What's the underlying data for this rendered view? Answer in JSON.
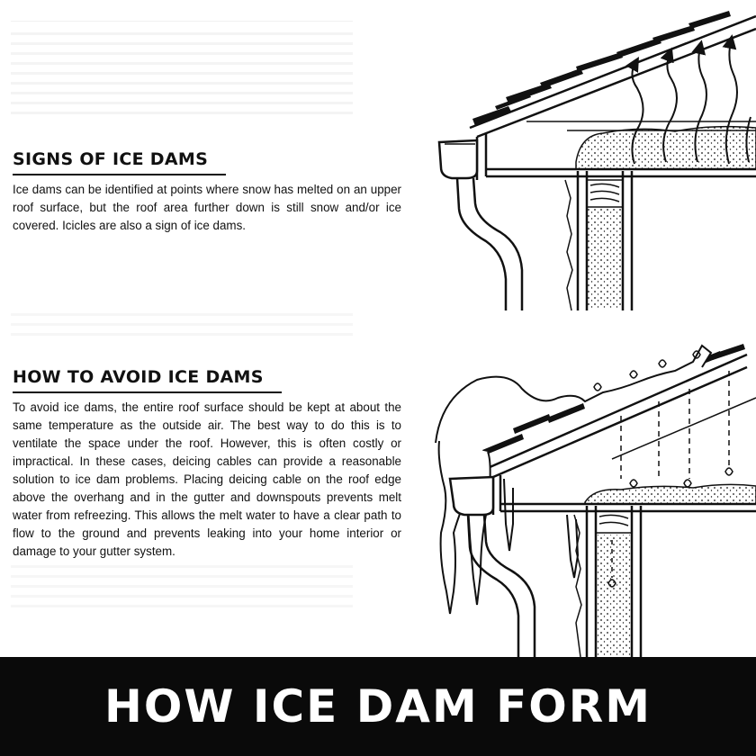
{
  "sections": [
    {
      "heading": "SIGNS OF ICE DAMS",
      "body": "Ice dams can be identified at points where snow has melted on an upper roof surface, but the roof area further down is still snow and/or ice covered. Icicles are also a sign of ice dams."
    },
    {
      "heading": "HOW TO AVOID ICE DAMS",
      "body": "To avoid ice dams, the entire roof surface should be kept at about the same temperature as the outside air. The best way to do this is to ventilate the space under the roof. However, this is often costly or impractical. In these cases, deicing cables can provide a reasonable solution to ice dam problems. Placing deicing cable on the roof edge above the overhang and in the gutter and downspouts prevents melt water from refreezing. This allows the melt water to have a clear path to flow to the ground and prevents leaking into your home interior or damage to your gutter system."
    }
  ],
  "banner": {
    "title": "HOW ICE DAM FORM"
  },
  "colors": {
    "banner_bg": "#0a0a0a",
    "banner_text": "#ffffff",
    "ink": "#111111"
  },
  "illustrations": [
    {
      "name": "roof-eave-heat-loss-diagram"
    },
    {
      "name": "roof-eave-ice-dam-diagram"
    }
  ]
}
